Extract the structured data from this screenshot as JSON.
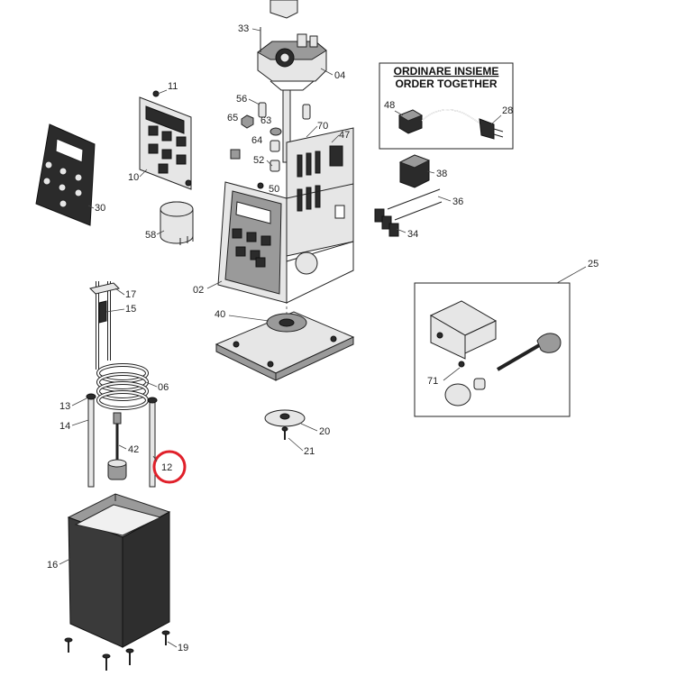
{
  "order_together_box": {
    "title_line1": "ORDINARE INSIEME",
    "title_line2": "ORDER TOGETHER"
  },
  "labels": {
    "p33": "33",
    "p04": "04",
    "p11": "11",
    "p56": "56",
    "p65": "65",
    "p63": "63",
    "p70": "70",
    "p47": "47",
    "p48": "48",
    "p28": "28",
    "p10": "10",
    "p64": "64",
    "p52": "52",
    "p38": "38",
    "p30": "30",
    "p50": "50",
    "p36": "36",
    "p58": "58",
    "p34": "34",
    "p25": "25",
    "p17": "17",
    "p15": "15",
    "p02": "02",
    "p40": "40",
    "p71": "71",
    "p06": "06",
    "p13": "13",
    "p14": "14",
    "p20": "20",
    "p42": "42",
    "p21": "21",
    "p12": "12",
    "p16": "16",
    "p19": "19"
  },
  "highlight": {
    "part": "12",
    "color": "#e0202a"
  },
  "colors": {
    "line": "#222222",
    "leader": "#444444",
    "background": "#ffffff"
  }
}
